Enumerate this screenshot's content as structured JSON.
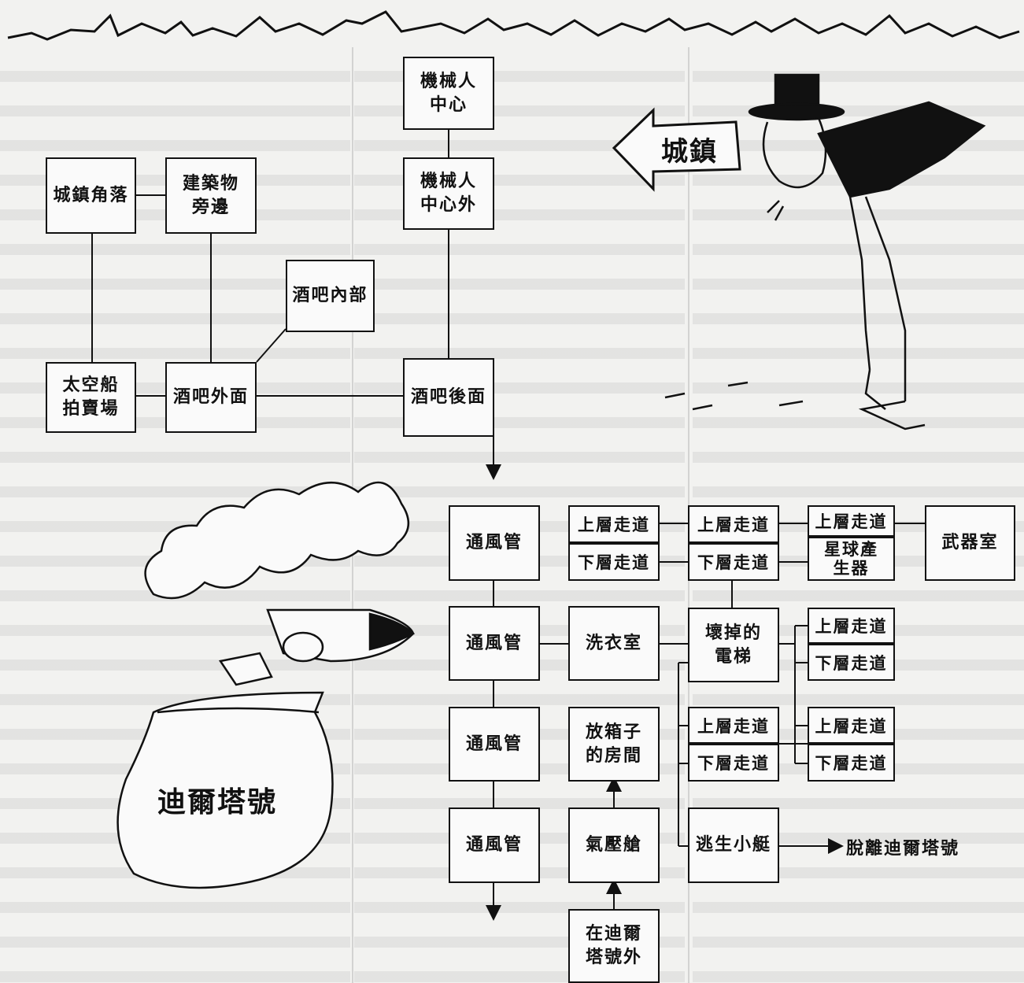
{
  "nodes": {
    "robot_center": [
      "機械人",
      "中心"
    ],
    "robot_center_outside": [
      "機械人",
      "中心外"
    ],
    "town_corner": "城鎮角落",
    "building_side": [
      "建築物",
      "旁邊"
    ],
    "bar_inside": "酒吧內部",
    "spaceship_auction": [
      "太空船",
      "拍賣場"
    ],
    "bar_outside": "酒吧外面",
    "bar_back": "酒吧後面",
    "vent_1": "通風管",
    "vent_2": "通風管",
    "vent_3": "通風管",
    "vent_4": "通風管",
    "laundry": "洗衣室",
    "box_room": [
      "放箱子",
      "的房間"
    ],
    "airlock": "氣壓艙",
    "outside_deltaura": [
      "在迪爾",
      "塔號外"
    ],
    "broken_elevator": [
      "壞掉的",
      "電梯"
    ],
    "escape_pod": "逃生小艇",
    "planet_generator": [
      "星球產",
      "生器"
    ],
    "weapons_room": "武器室"
  },
  "corridors": {
    "upper": "上層走道",
    "lower": "下層走道"
  },
  "escape_target": "脫離迪爾塔號",
  "illustrations": {
    "town_arrow": "城鎮",
    "ship_name": "迪爾塔號"
  },
  "colors": {
    "ink": "#111111",
    "paper": "#f2f2f0",
    "box_fill": "#fafafa"
  }
}
